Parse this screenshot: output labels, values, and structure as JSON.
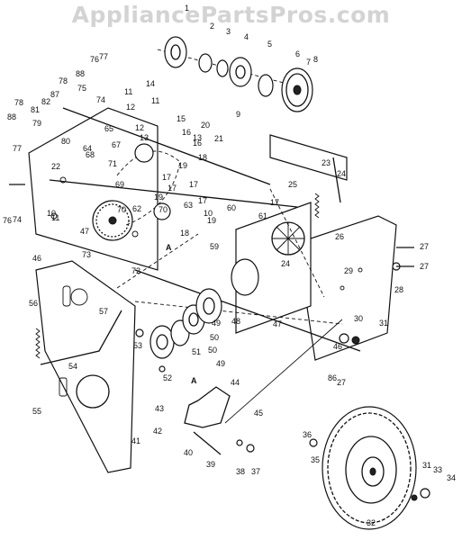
{
  "watermark": "AppliancePartsPros.com",
  "callouts": [
    "1",
    "2",
    "3",
    "4",
    "5",
    "6",
    "7",
    "8",
    "9",
    "10",
    "10",
    "11",
    "11",
    "11",
    "12",
    "12",
    "13",
    "13",
    "14",
    "15",
    "16",
    "16",
    "17",
    "17",
    "17",
    "17",
    "17",
    "18",
    "18",
    "19",
    "19",
    "19",
    "20",
    "21",
    "22",
    "23",
    "24",
    "24",
    "25",
    "26",
    "27",
    "27",
    "27",
    "28",
    "29",
    "30",
    "31",
    "31",
    "32",
    "33",
    "34",
    "35",
    "36",
    "37",
    "38",
    "39",
    "40",
    "41",
    "42",
    "43",
    "44",
    "45",
    "46",
    "46",
    "47",
    "47",
    "48",
    "49",
    "49",
    "50",
    "50",
    "51",
    "52",
    "53",
    "54",
    "55",
    "56",
    "57",
    "59",
    "60",
    "61",
    "62",
    "63",
    "64",
    "65",
    "67",
    "68",
    "69",
    "70",
    "70",
    "71",
    "72",
    "73",
    "74",
    "74",
    "75",
    "76",
    "76",
    "77",
    "77",
    "78",
    "78",
    "79",
    "80",
    "81",
    "82",
    "86",
    "87",
    "88",
    "88",
    "A",
    "A"
  ]
}
